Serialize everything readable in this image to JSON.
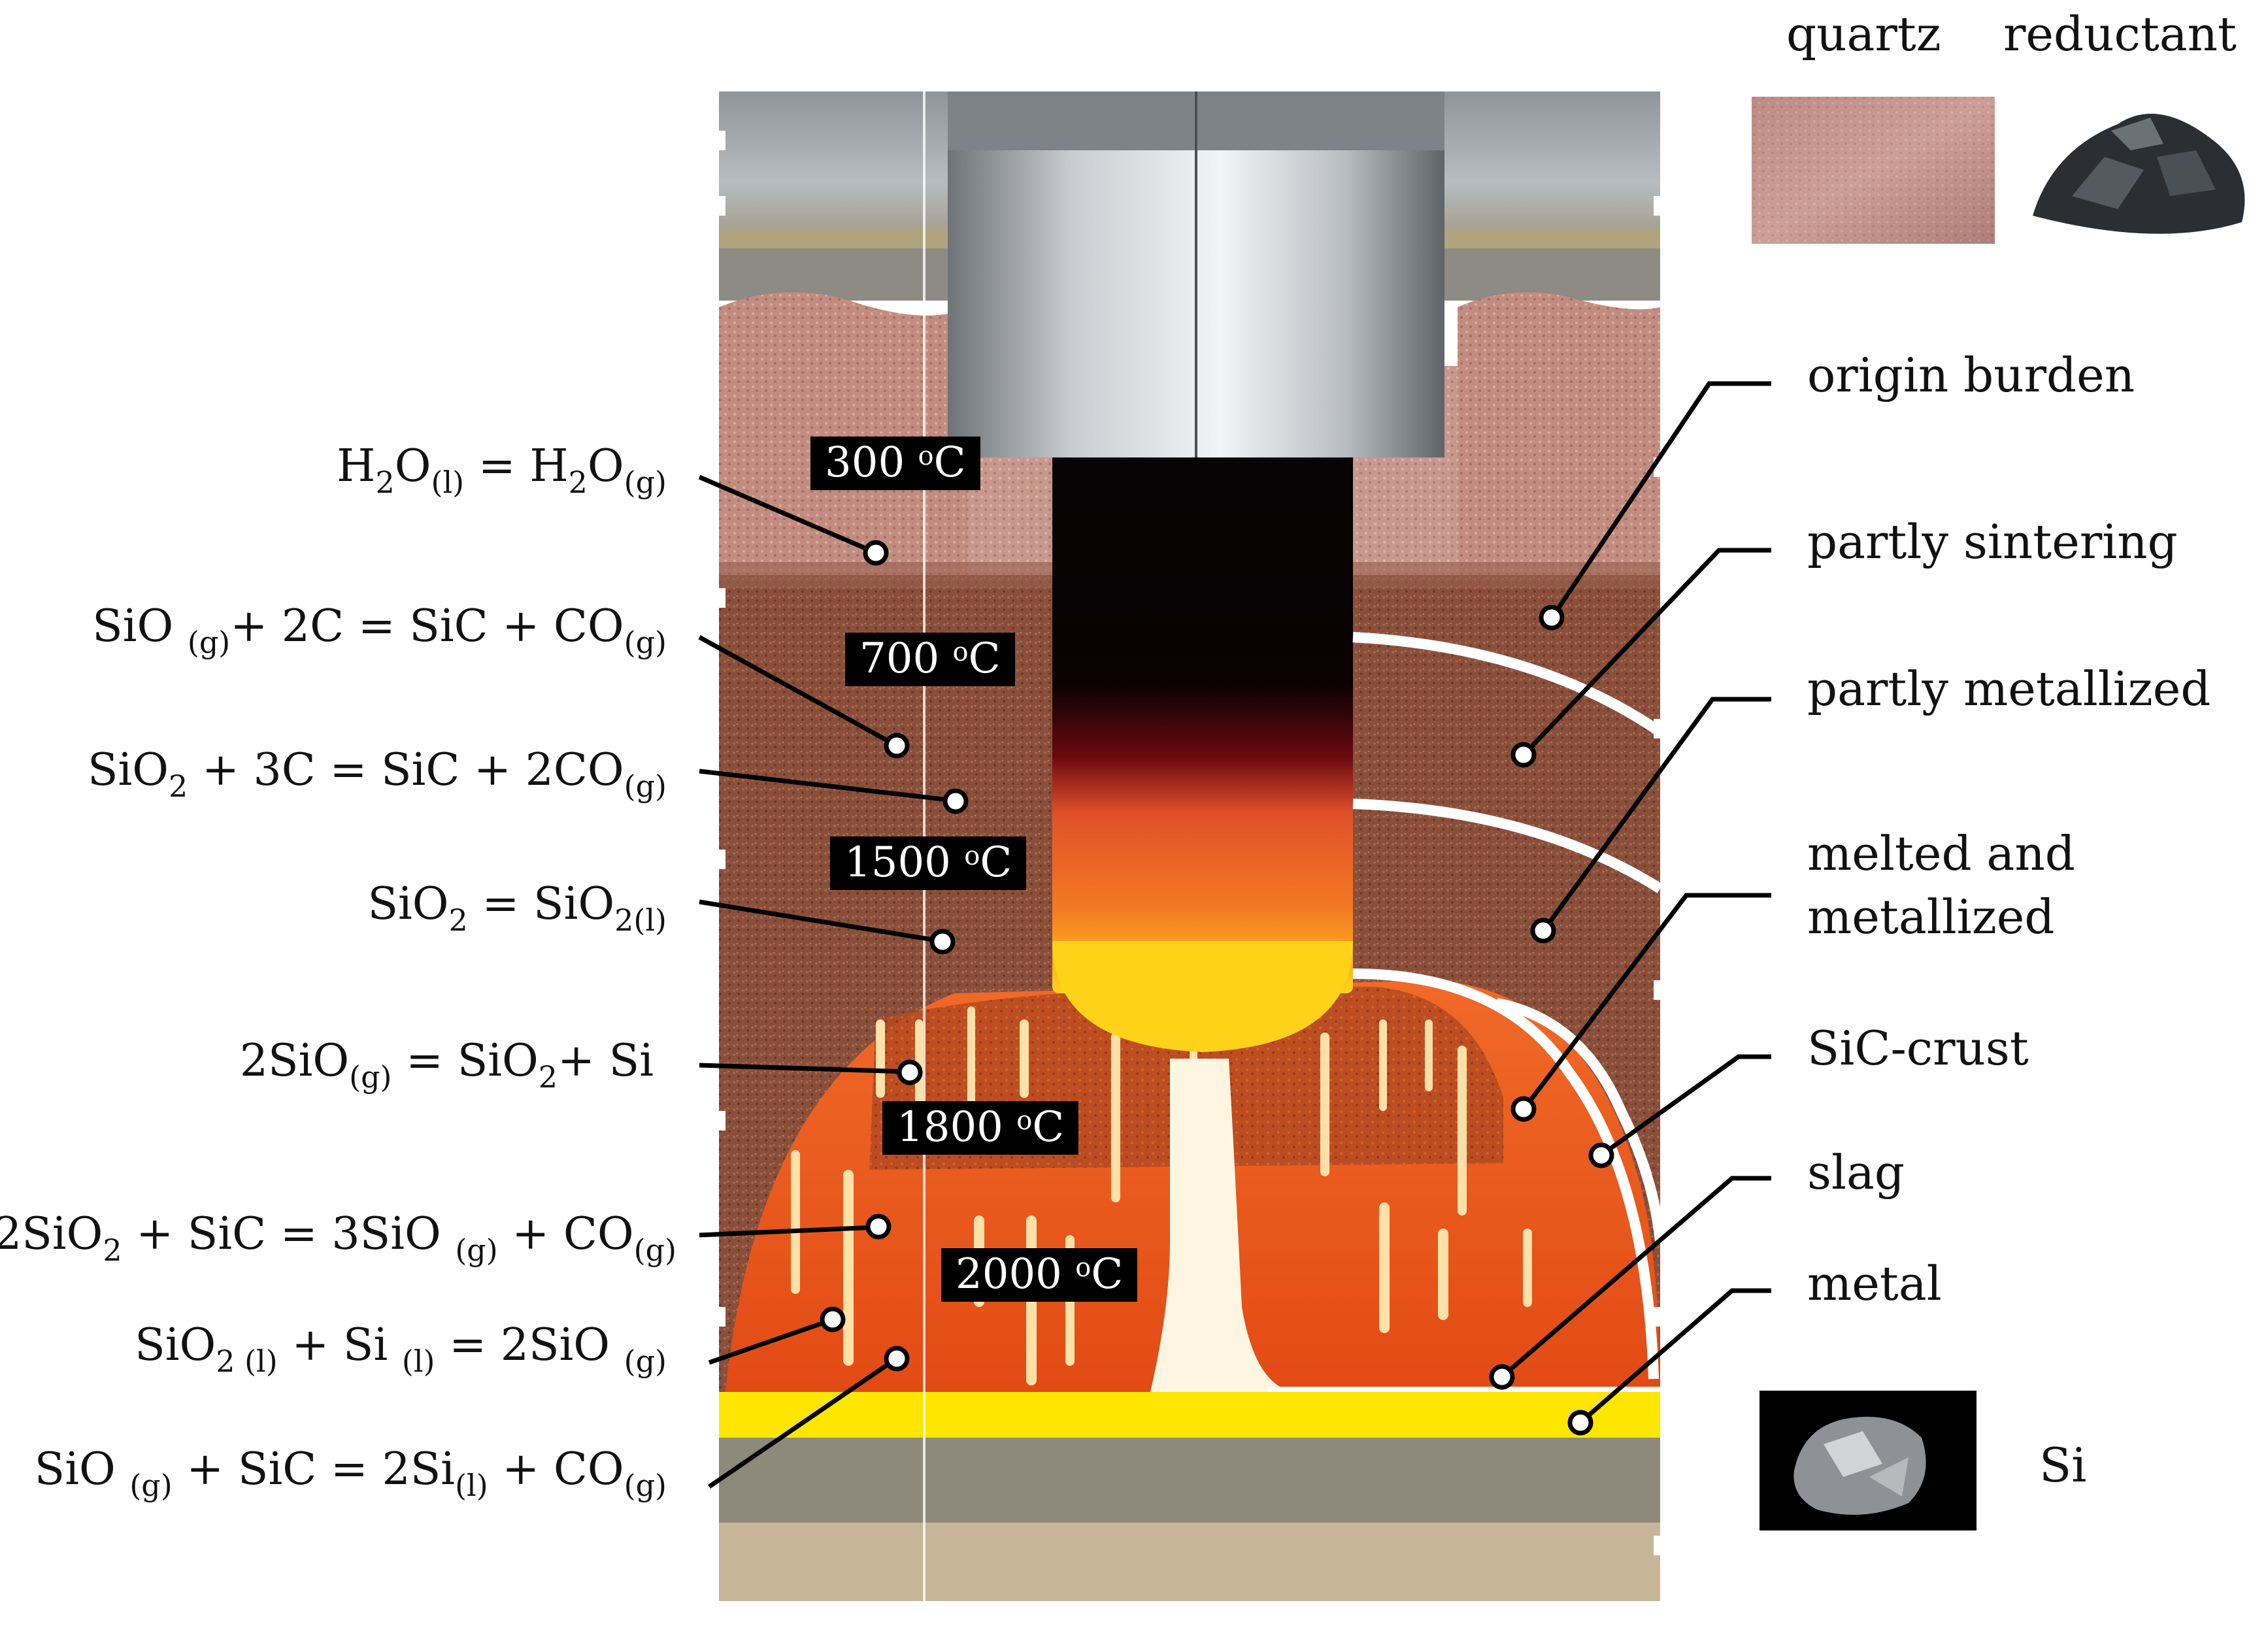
{
  "legend": {
    "quartz_label": "quartz",
    "reductant_label": "reductant",
    "si_label": "Si"
  },
  "temperatures": [
    {
      "value": "300",
      "unit": "C"
    },
    {
      "value": "700",
      "unit": "C"
    },
    {
      "value": "1500",
      "unit": "C"
    },
    {
      "value": "1800",
      "unit": "C"
    },
    {
      "value": "2000",
      "unit": "C"
    }
  ],
  "temp_degree_mark": "o",
  "zones": [
    "origin burden",
    "partly sintering",
    "partly metallized",
    "melted and\nmetallized",
    "SiC-crust",
    "slag",
    "metal"
  ],
  "reactions": [
    {
      "parts": [
        [
          "H",
          ""
        ],
        [
          "2",
          "sub"
        ],
        [
          "O",
          ""
        ],
        [
          "(l)",
          "sub"
        ],
        [
          " = H",
          ""
        ],
        [
          "2",
          "sub"
        ],
        [
          "O",
          ""
        ],
        [
          "(g)",
          "sub"
        ]
      ]
    },
    {
      "parts": [
        [
          "SiO ",
          ""
        ],
        [
          "(g)",
          "sub"
        ],
        [
          "+ 2C = SiC + CO",
          ""
        ],
        [
          "(g)",
          "sub"
        ]
      ]
    },
    {
      "parts": [
        [
          "SiO",
          ""
        ],
        [
          "2",
          "sub"
        ],
        [
          " + 3C = SiC + 2CO",
          ""
        ],
        [
          "(g)",
          "sub"
        ]
      ]
    },
    {
      "parts": [
        [
          "SiO",
          ""
        ],
        [
          "2",
          "sub"
        ],
        [
          " = SiO",
          ""
        ],
        [
          "2(l)",
          "sub"
        ]
      ]
    },
    {
      "parts": [
        [
          "2SiO",
          ""
        ],
        [
          "(g)",
          "sub"
        ],
        [
          " = SiO",
          ""
        ],
        [
          "2",
          "sub"
        ],
        [
          "+ Si",
          ""
        ]
      ]
    },
    {
      "parts": [
        [
          "2SiO",
          ""
        ],
        [
          "2",
          "sub"
        ],
        [
          " + SiC = 3SiO ",
          ""
        ],
        [
          "(g)",
          "sub"
        ],
        [
          " + CO",
          ""
        ],
        [
          "(g)",
          "sub"
        ]
      ]
    },
    {
      "parts": [
        [
          "SiO",
          ""
        ],
        [
          "2 (l)",
          "sub"
        ],
        [
          " + Si ",
          ""
        ],
        [
          "(l)",
          "sub"
        ],
        [
          " = 2SiO ",
          ""
        ],
        [
          "(g)",
          "sub"
        ]
      ]
    },
    {
      "parts": [
        [
          "SiO ",
          ""
        ],
        [
          "(g)",
          "sub"
        ],
        [
          " + SiC = 2Si",
          ""
        ],
        [
          "(l)",
          "sub"
        ],
        [
          " + CO",
          ""
        ],
        [
          "(g)",
          "sub"
        ]
      ]
    }
  ],
  "colors": {
    "burden": "#8a4f3a",
    "melt": "#e8501a",
    "metal": "#ffe600",
    "electrode": "#9aa0a6",
    "label_bg": "#000000"
  }
}
